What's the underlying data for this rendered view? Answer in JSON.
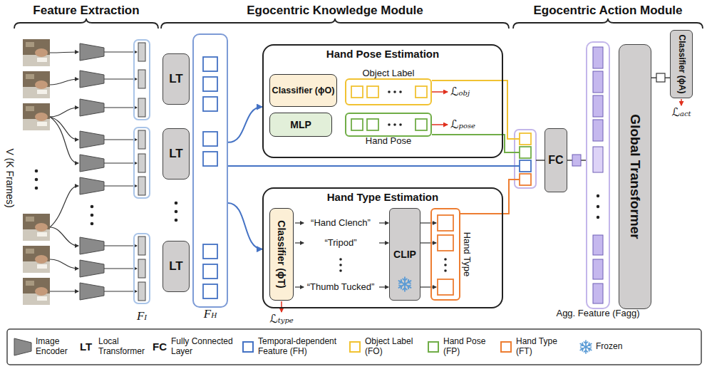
{
  "diagram": {
    "nodes": [
      {
        "text": [
          "LT"
        ]
      },
      {
        "text": [
          "LT"
        ]
      },
      {
        "text": [
          "LT"
        ]
      },
      {
        "text": [
          "FH"
        ]
      },
      {
        "text": [
          "Hand Pose Estimation"
        ]
      },
      {
        "text": [
          "Classifier (ϕO)"
        ],
        "in": 4
      },
      {
        "text": [
          "Object Label"
        ],
        "in": 4
      },
      {
        "text": [
          "MLP"
        ],
        "in": 4
      },
      {
        "text": [
          "Hand Pose"
        ],
        "in": 4
      },
      {
        "text": [
          "Hand Type Estimation"
        ]
      },
      {
        "text": [
          "Classifier (ϕT)"
        ],
        "in": 9
      },
      {
        "text": [
          "CLIP"
        ],
        "in": 9
      },
      {
        "text": [
          "Hand Type"
        ],
        "in": 9
      },
      {
        "text": [
          "FC"
        ]
      },
      {
        "text": [
          "Agg. Feature (Fagg)"
        ]
      },
      {
        "text": [
          "Global Transformer"
        ]
      },
      {
        "text": [
          "Classifier (ϕA)"
        ]
      }
    ],
    "edges": [
      {
        "from": 3,
        "to": 4,
        "arrow": "to"
      },
      {
        "from": 3,
        "to": 9,
        "arrow": "to"
      },
      {
        "from": 15,
        "to": 16,
        "arrow": "none"
      }
    ],
    "labels": [
      "Feature Extraction",
      "Egocentric Knowledge Module",
      "Egocentric Action Module",
      "V (K Frames)",
      "FI",
      "ℒobj",
      "ℒpose",
      "“Hand Clench”",
      "“Tripod”",
      "“Thumb Tucked”",
      "ℒtype",
      "ℒact",
      "LT",
      "FC"
    ],
    "legend": [
      {
        "text": "Image Encoder"
      },
      {
        "text": "Local Transformer"
      },
      {
        "text": "Fully Connected Layer"
      },
      {
        "text": "Temporal-dependent Feature (FH)",
        "color": "#4472c4"
      },
      {
        "text": "Object Label (FO)",
        "color": "#f1c232"
      },
      {
        "text": "Hand Pose (FP)",
        "color": "#70ad47"
      },
      {
        "text": "Hand Type (FT)",
        "color": "#ed7d31"
      },
      {
        "text": "Frozen"
      }
    ]
  }
}
